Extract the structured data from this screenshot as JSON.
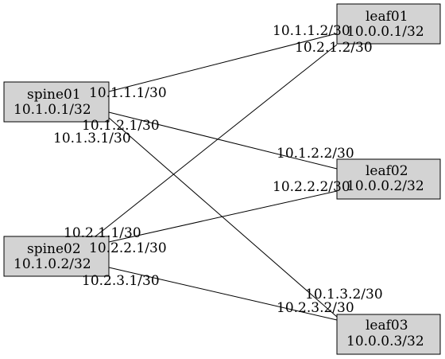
{
  "nodes": {
    "spine01": {
      "name": "spine01",
      "ip": "10.1.0.1/32"
    },
    "spine02": {
      "name": "spine02",
      "ip": "10.1.0.2/32"
    },
    "leaf01": {
      "name": "leaf01",
      "ip": "10.0.0.1/32"
    },
    "leaf02": {
      "name": "leaf02",
      "ip": "10.0.0.2/32"
    },
    "leaf03": {
      "name": "leaf03",
      "ip": "10.0.0.3/32"
    }
  },
  "links": {
    "spine01_leaf01": {
      "spine_ip": "10.1.1.1/30",
      "leaf_ip": "10.1.1.2/30"
    },
    "spine01_leaf02": {
      "spine_ip": "10.1.2.1/30",
      "leaf_ip": "10.1.2.2/30"
    },
    "spine01_leaf03": {
      "spine_ip": "10.1.3.1/30",
      "leaf_ip": "10.1.3.2/30"
    },
    "spine02_leaf01": {
      "spine_ip": "10.2.1.1/30",
      "leaf_ip": "10.2.1.2/30"
    },
    "spine02_leaf02": {
      "spine_ip": "10.2.2.1/30",
      "leaf_ip": "10.2.2.2/30"
    },
    "spine02_leaf03": {
      "spine_ip": "10.2.3.1/30",
      "leaf_ip": "10.2.3.2/30"
    }
  },
  "colors": {
    "node_fill": "#d3d3d3",
    "stroke": "#000000",
    "background": "#ffffff"
  }
}
